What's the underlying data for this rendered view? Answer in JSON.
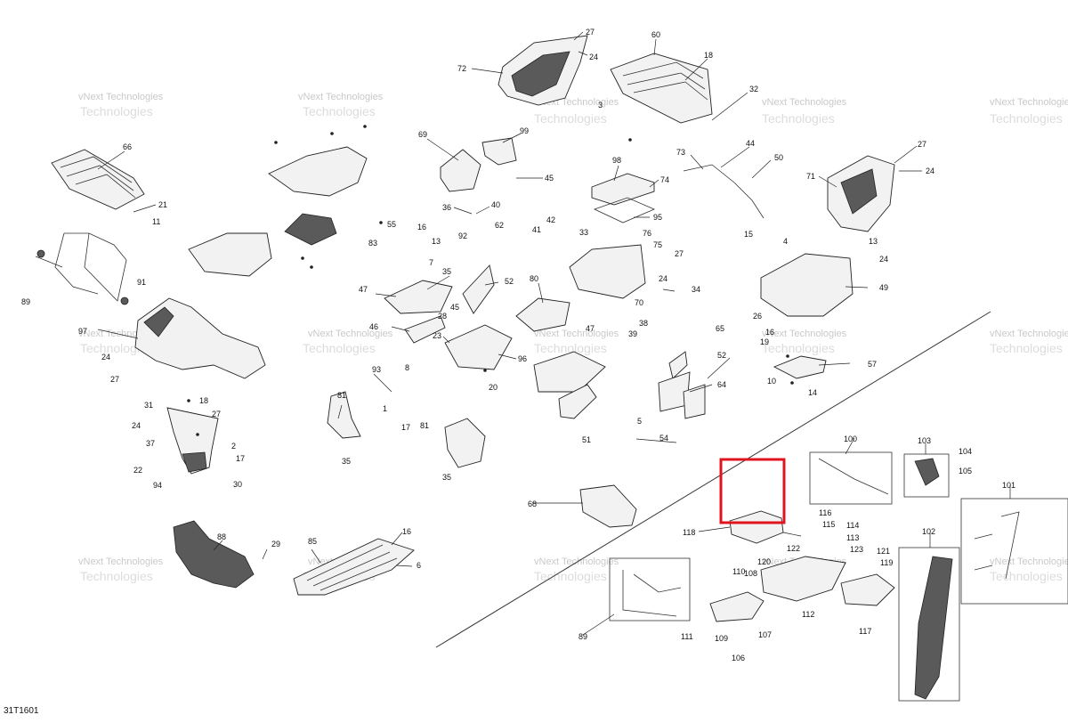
{
  "diagram_code": "31T1601",
  "watermark": {
    "line1": "vNext Technologies",
    "line2": "Technologies"
  },
  "highlight_color": "#e0141e",
  "callouts": [
    {
      "id": "c27a",
      "text": "27"
    },
    {
      "id": "c24a",
      "text": "24"
    },
    {
      "id": "c72",
      "text": "72"
    },
    {
      "id": "c60",
      "text": "60"
    },
    {
      "id": "c18a",
      "text": "18"
    },
    {
      "id": "c32",
      "text": "32"
    },
    {
      "id": "c3",
      "text": "3"
    },
    {
      "id": "c66",
      "text": "66"
    },
    {
      "id": "c21",
      "text": "21"
    },
    {
      "id": "c11",
      "text": "11"
    },
    {
      "id": "c69",
      "text": "69"
    },
    {
      "id": "c99",
      "text": "99"
    },
    {
      "id": "c45a",
      "text": "45"
    },
    {
      "id": "c44",
      "text": "44"
    },
    {
      "id": "c73",
      "text": "73"
    },
    {
      "id": "c50",
      "text": "50"
    },
    {
      "id": "c27b",
      "text": "27"
    },
    {
      "id": "c24b",
      "text": "24"
    },
    {
      "id": "c71",
      "text": "71"
    },
    {
      "id": "c98",
      "text": "98"
    },
    {
      "id": "c74",
      "text": "74"
    },
    {
      "id": "c36",
      "text": "36"
    },
    {
      "id": "c40",
      "text": "40"
    },
    {
      "id": "c62",
      "text": "62"
    },
    {
      "id": "c92",
      "text": "92"
    },
    {
      "id": "c95",
      "text": "95"
    },
    {
      "id": "c15",
      "text": "15"
    },
    {
      "id": "c42",
      "text": "42"
    },
    {
      "id": "c41",
      "text": "41"
    },
    {
      "id": "c33",
      "text": "33"
    },
    {
      "id": "c76",
      "text": "76"
    },
    {
      "id": "c75",
      "text": "75"
    },
    {
      "id": "c4",
      "text": "4"
    },
    {
      "id": "c13a",
      "text": "13"
    },
    {
      "id": "c24c",
      "text": "24"
    },
    {
      "id": "c55",
      "text": "55"
    },
    {
      "id": "c16a",
      "text": "16"
    },
    {
      "id": "c13b",
      "text": "13"
    },
    {
      "id": "c83",
      "text": "83"
    },
    {
      "id": "c7",
      "text": "7"
    },
    {
      "id": "c27c",
      "text": "27"
    },
    {
      "id": "c24d",
      "text": "24"
    },
    {
      "id": "c89a",
      "text": "89"
    },
    {
      "id": "c91",
      "text": "91"
    },
    {
      "id": "c35a",
      "text": "35"
    },
    {
      "id": "c52a",
      "text": "52"
    },
    {
      "id": "c80",
      "text": "80"
    },
    {
      "id": "c34",
      "text": "34"
    },
    {
      "id": "c49",
      "text": "49"
    },
    {
      "id": "c47a",
      "text": "47"
    },
    {
      "id": "c45b",
      "text": "45"
    },
    {
      "id": "c70",
      "text": "70"
    },
    {
      "id": "c26",
      "text": "26"
    },
    {
      "id": "c97",
      "text": "97"
    },
    {
      "id": "c46",
      "text": "46"
    },
    {
      "id": "c28",
      "text": "28"
    },
    {
      "id": "c23",
      "text": "23"
    },
    {
      "id": "c47b",
      "text": "47"
    },
    {
      "id": "c38",
      "text": "38"
    },
    {
      "id": "c39",
      "text": "39"
    },
    {
      "id": "c65",
      "text": "65"
    },
    {
      "id": "c16b",
      "text": "16"
    },
    {
      "id": "c19",
      "text": "19"
    },
    {
      "id": "c24e",
      "text": "24"
    },
    {
      "id": "c27d",
      "text": "27"
    },
    {
      "id": "c96",
      "text": "96"
    },
    {
      "id": "c93",
      "text": "93"
    },
    {
      "id": "c8",
      "text": "8"
    },
    {
      "id": "c52b",
      "text": "52"
    },
    {
      "id": "c57",
      "text": "57"
    },
    {
      "id": "c10",
      "text": "10"
    },
    {
      "id": "c14",
      "text": "14"
    },
    {
      "id": "c20",
      "text": "20"
    },
    {
      "id": "c64",
      "text": "64"
    },
    {
      "id": "c31",
      "text": "31"
    },
    {
      "id": "c18b",
      "text": "18"
    },
    {
      "id": "c81a",
      "text": "81"
    },
    {
      "id": "c1",
      "text": "1"
    },
    {
      "id": "c24f",
      "text": "24"
    },
    {
      "id": "c27e",
      "text": "27"
    },
    {
      "id": "c37",
      "text": "37"
    },
    {
      "id": "c2",
      "text": "2"
    },
    {
      "id": "c17a",
      "text": "17"
    },
    {
      "id": "c22",
      "text": "22"
    },
    {
      "id": "c17b",
      "text": "17"
    },
    {
      "id": "c51",
      "text": "51"
    },
    {
      "id": "c5",
      "text": "5"
    },
    {
      "id": "c81b",
      "text": "81"
    },
    {
      "id": "c54",
      "text": "54"
    },
    {
      "id": "c35b",
      "text": "35"
    },
    {
      "id": "c94",
      "text": "94"
    },
    {
      "id": "c30",
      "text": "30"
    },
    {
      "id": "c35c",
      "text": "35"
    },
    {
      "id": "c100",
      "text": "100"
    },
    {
      "id": "c103",
      "text": "103"
    },
    {
      "id": "c104",
      "text": "104"
    },
    {
      "id": "c105",
      "text": "105"
    },
    {
      "id": "c68",
      "text": "68"
    },
    {
      "id": "c101",
      "text": "101"
    },
    {
      "id": "c116",
      "text": "116"
    },
    {
      "id": "c115",
      "text": "115"
    },
    {
      "id": "c114",
      "text": "114"
    },
    {
      "id": "c118",
      "text": "118"
    },
    {
      "id": "c113",
      "text": "113"
    },
    {
      "id": "c102",
      "text": "102"
    },
    {
      "id": "c88",
      "text": "88"
    },
    {
      "id": "c16c",
      "text": "16"
    },
    {
      "id": "c29",
      "text": "29"
    },
    {
      "id": "c85",
      "text": "85"
    },
    {
      "id": "c122",
      "text": "122"
    },
    {
      "id": "c123",
      "text": "123"
    },
    {
      "id": "c121",
      "text": "121"
    },
    {
      "id": "c119",
      "text": "119"
    },
    {
      "id": "c6",
      "text": "6"
    },
    {
      "id": "c120",
      "text": "120"
    },
    {
      "id": "c110",
      "text": "110"
    },
    {
      "id": "c108",
      "text": "108"
    },
    {
      "id": "c112",
      "text": "112"
    },
    {
      "id": "c117",
      "text": "117"
    },
    {
      "id": "c89b",
      "text": "89"
    },
    {
      "id": "c111",
      "text": "111"
    },
    {
      "id": "c109",
      "text": "109"
    },
    {
      "id": "c107",
      "text": "107"
    },
    {
      "id": "c106",
      "text": "106"
    }
  ]
}
